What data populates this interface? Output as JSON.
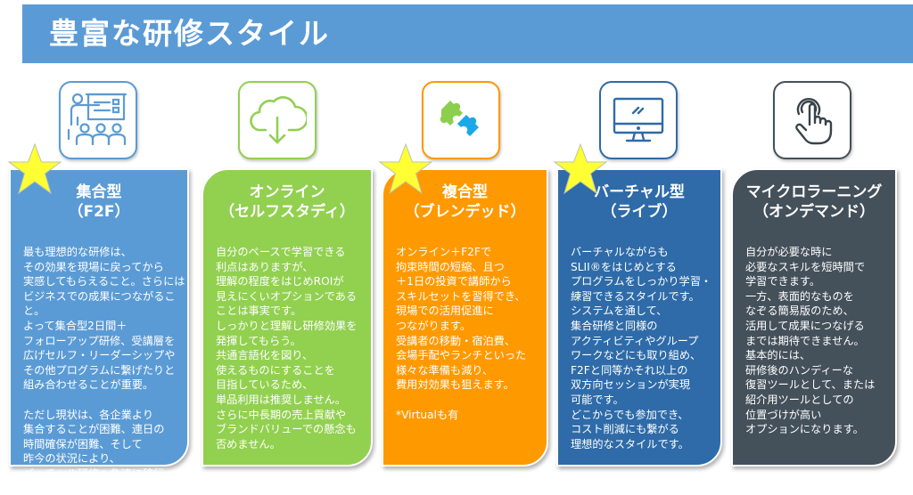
{
  "header": {
    "title": "豊富な研修スタイル"
  },
  "colors": {
    "banner": "#5b9bd5",
    "f2f": "#5b9bd5",
    "online": "#92d050",
    "blended": "#ff9900",
    "virtual": "#2e6ba8",
    "microlearning": "#44505a",
    "star": "#ffff33"
  },
  "cards": [
    {
      "icon": "classroom-presentation-icon",
      "featured": true,
      "title_line1": "集合型",
      "title_line2": "（F2F）",
      "body": "最も理想的な研修は、\nその効果を現場に戻ってから\n実感してもらえること。さらには\nビジネスでの成果につながること。\nよって集合型2日間＋\nフォローアップ研修、受講層を\n広げセルフ・リーダーシップや\nその他プログラムに繋げたりと\n組み合わせることが重要。\n\nただし現状は、各企業より\n集合することが困難、連日の\n時間確保が困難、そして\n昨今の状況により、\nバーチャル研修へ急速に移行。"
    },
    {
      "icon": "cloud-download-icon",
      "featured": false,
      "title_line1": "オンライン",
      "title_line2": "（セルフスタディ）",
      "body": "自分のペースで学習できる\n利点はありますが、\n理解の程度をはじめROIが\n見えにくいオプションである\nことは事実です。\nしっかりと理解し研修効果を\n発揮してもらう。\n共通言語化を図り、\n使えるものにすることを\n目指しているため、\n単品利用は推奨しません。\nさらに中長期の売上貢献や\nブランドバリューでの懸念も\n否めません。"
    },
    {
      "icon": "puzzle-pieces-icon",
      "featured": true,
      "title_line1": "複合型",
      "title_line2": "（ブレンデッド）",
      "body": "オンライン＋F2Fで\n拘束時間の短縮、且つ\n＋1日の投資で講師から\nスキルセットを習得でき、\n現場での活用促進に\nつながります。\n受講者の移動・宿泊費、\n会場手配やランチといった\n様々な準備も減り、\n費用対効果も狙えます。\n\n*Virtualも有"
    },
    {
      "icon": "desktop-monitor-icon",
      "featured": true,
      "title_line1": "バーチャル型",
      "title_line2": "（ライブ）",
      "body": "バーチャルながらも\nSLII®をはじめとする\nプログラムをしっかり学習・\n練習できるスタイルです。\nシステムを通して、\n集合研修と同様の\nアクティビティやグループ\nワークなどにも取り組め、\nF2Fと同等かそれ以上の\n双方向セッションが実現\n可能です。\nどこからでも参加でき、\nコスト削減にも繋がる\n理想的なスタイルです。"
    },
    {
      "icon": "touch-tap-icon",
      "featured": false,
      "title_line1": "マイクロラーニング",
      "title_line2": "（オンデマンド）",
      "body": "自分が必要な時に\n必要なスキルを短時間で\n学習できます。\n一方、表面的なものを\nなぞる簡易版のため、\n活用して成果につなげる\nまでは期待できません。\n基本的には、\n研修後のハンディーな\n復習ツールとして、または\n紹介用ツールとしての\n位置づけが高い\nオプションになります。"
    }
  ]
}
